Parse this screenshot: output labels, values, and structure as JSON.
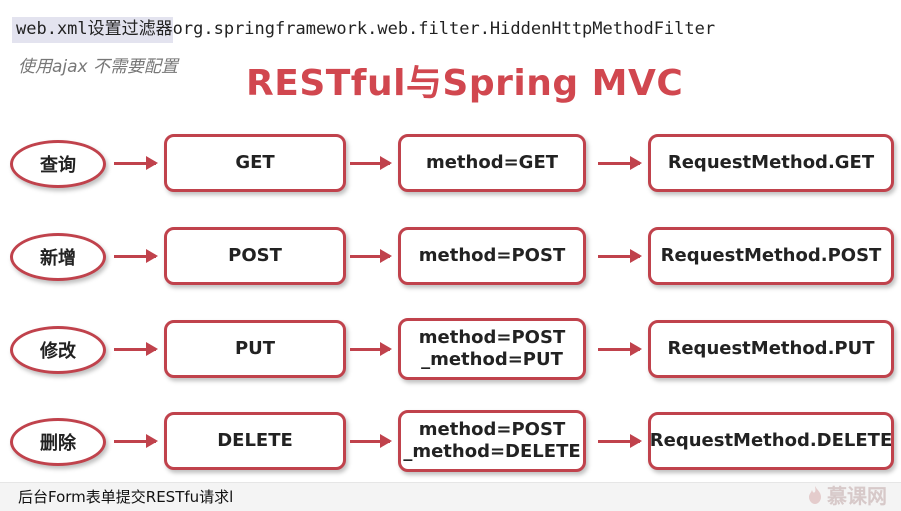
{
  "header": {
    "prefix": "web.xml设置过滤器",
    "class_name": "org.springframework.web.filter.HiddenHttpMethodFilter",
    "note": "使用ajax 不需要配置",
    "title": "RESTful与Spring MVC"
  },
  "rows": [
    {
      "action": "查询",
      "http": "GET",
      "param": [
        "method=GET"
      ],
      "mapping": "RequestMethod.GET"
    },
    {
      "action": "新增",
      "http": "POST",
      "param": [
        "method=POST"
      ],
      "mapping": "RequestMethod.POST"
    },
    {
      "action": "修改",
      "http": "PUT",
      "param": [
        "method=POST",
        "_method=PUT"
      ],
      "mapping": "RequestMethod.PUT"
    },
    {
      "action": "删除",
      "http": "DELETE",
      "param": [
        "method=POST",
        "_method=DELETE"
      ],
      "mapping": "RequestMethod.DELETE"
    }
  ],
  "footer": {
    "caption": "后台Form表单提交RESTfu请求l",
    "logo_text": "慕课网",
    "logo_icon": "flame-icon"
  },
  "colors": {
    "accent": "#c0424c",
    "title": "#d1474f"
  }
}
